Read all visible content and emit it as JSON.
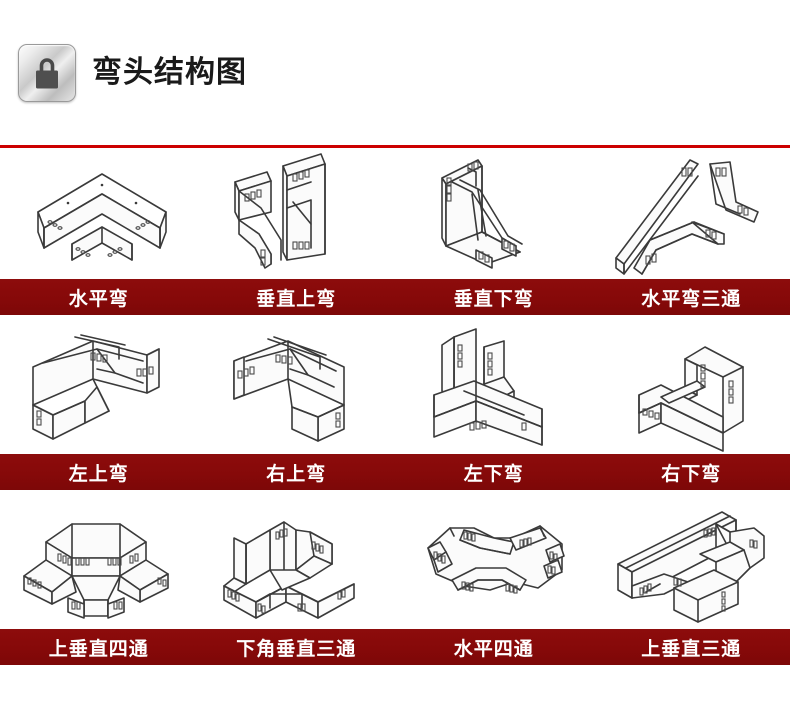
{
  "header": {
    "icon": "lock-icon",
    "title": "弯头结构图"
  },
  "accent_colors": {
    "divider_red": "#cc0000",
    "label_bar_red": "#8a0b0b",
    "label_text": "#ffffff",
    "drawing_stroke": "#3a3a3a",
    "page_background": "#ffffff"
  },
  "grid": {
    "columns": 4,
    "rows": 3,
    "items": [
      {
        "label": "水平弯",
        "figure": "horizontal-bend"
      },
      {
        "label": "垂直上弯",
        "figure": "vertical-up-bend"
      },
      {
        "label": "垂直下弯",
        "figure": "vertical-down-bend"
      },
      {
        "label": "水平弯三通",
        "figure": "horizontal-bend-tee"
      },
      {
        "label": "左上弯",
        "figure": "left-up-bend"
      },
      {
        "label": "右上弯",
        "figure": "right-up-bend"
      },
      {
        "label": "左下弯",
        "figure": "left-down-bend"
      },
      {
        "label": "右下弯",
        "figure": "right-down-bend"
      },
      {
        "label": "上垂直四通",
        "figure": "upper-vertical-cross"
      },
      {
        "label": "下角垂直三通",
        "figure": "lower-corner-vertical-tee"
      },
      {
        "label": "水平四通",
        "figure": "horizontal-cross"
      },
      {
        "label": "上垂直三通",
        "figure": "upper-vertical-tee"
      }
    ],
    "rows_data": [
      {
        "labels": [
          "水平弯",
          "垂直上弯",
          "垂直下弯",
          "水平弯三通"
        ]
      },
      {
        "labels": [
          "左上弯",
          "右上弯",
          "左下弯",
          "右下弯"
        ]
      },
      {
        "labels": [
          "上垂直四通",
          "下角垂直三通",
          "水平四通",
          "上垂直三通"
        ]
      }
    ]
  }
}
